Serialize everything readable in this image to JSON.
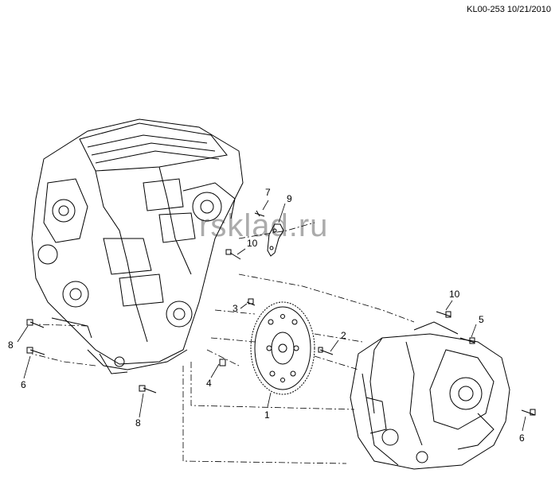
{
  "header": {
    "doc_id": "KL00-253 10/21/2010"
  },
  "watermark": {
    "text": "rsklad.ru"
  },
  "callouts": [
    {
      "id": "c1",
      "label": "1"
    },
    {
      "id": "c2",
      "label": "2"
    },
    {
      "id": "c3",
      "label": "3"
    },
    {
      "id": "c4",
      "label": "4"
    },
    {
      "id": "c5",
      "label": "5"
    },
    {
      "id": "c6a",
      "label": "6"
    },
    {
      "id": "c6b",
      "label": "6"
    },
    {
      "id": "c7",
      "label": "7"
    },
    {
      "id": "c8a",
      "label": "8"
    },
    {
      "id": "c8b",
      "label": "8"
    },
    {
      "id": "c9",
      "label": "9"
    },
    {
      "id": "c10a",
      "label": "10"
    },
    {
      "id": "c10b",
      "label": "10"
    }
  ]
}
